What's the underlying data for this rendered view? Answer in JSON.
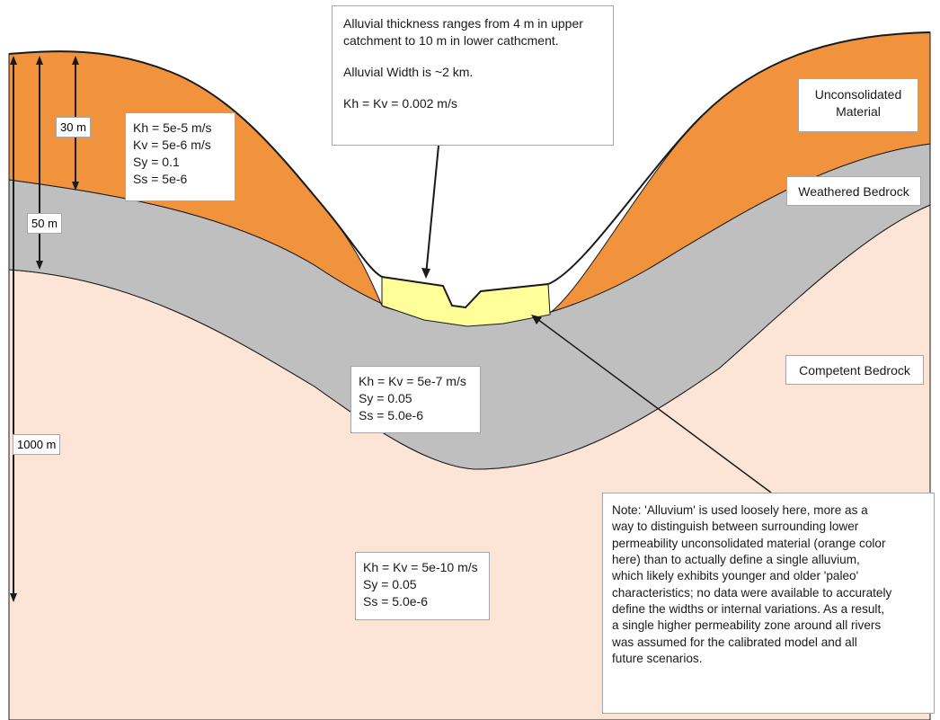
{
  "colors": {
    "unconsolidated": "#f0933c",
    "weathered": "#bfbfbf",
    "competent": "#fce4d6",
    "alluvium": "#ffff99",
    "outline": "#1a1a1a"
  },
  "layers": {
    "unconsolidated": "Unconsolidated Material",
    "weathered": "Weathered Bedrock",
    "competent": "Competent Bedrock"
  },
  "dimensions": {
    "unconsolidated": "30 m",
    "weathered": "50 m",
    "total": "1000 m"
  },
  "properties": {
    "unconsolidated": [
      "Kh = 5e-5 m/s",
      "Kv = 5e-6 m/s",
      "Sy = 0.1",
      "Ss = 5e-6"
    ],
    "weathered": [
      "Kh = Kv = 5e-7 m/s",
      "Sy = 0.05",
      "Ss = 5.0e-6"
    ],
    "competent": [
      "Kh = Kv = 5e-10 m/s",
      "Sy = 0.05",
      "Ss = 5.0e-6"
    ]
  },
  "alluvium_note": {
    "line1": "Alluvial thickness ranges from  4 m in upper",
    "line2": "catchment to 10 m in lower cathcment.",
    "line3": "Alluvial Width is ~2 km.",
    "line4": "Kh = Kv = 0.002 m/s"
  },
  "note_lines": [
    "Note:  'Alluvium' is used loosely here, more as a",
    "way to distinguish between surrounding lower",
    "permeability unconsolidated material (orange color",
    "here) than to actually define a single alluvium,",
    "which likely exhibits younger and older 'paleo'",
    "characteristics; no data were available to accurately",
    "define the widths or internal variations.  As a result,",
    "a single higher permeability zone around all rivers",
    "was assumed for the calibrated model and all",
    "future scenarios."
  ]
}
